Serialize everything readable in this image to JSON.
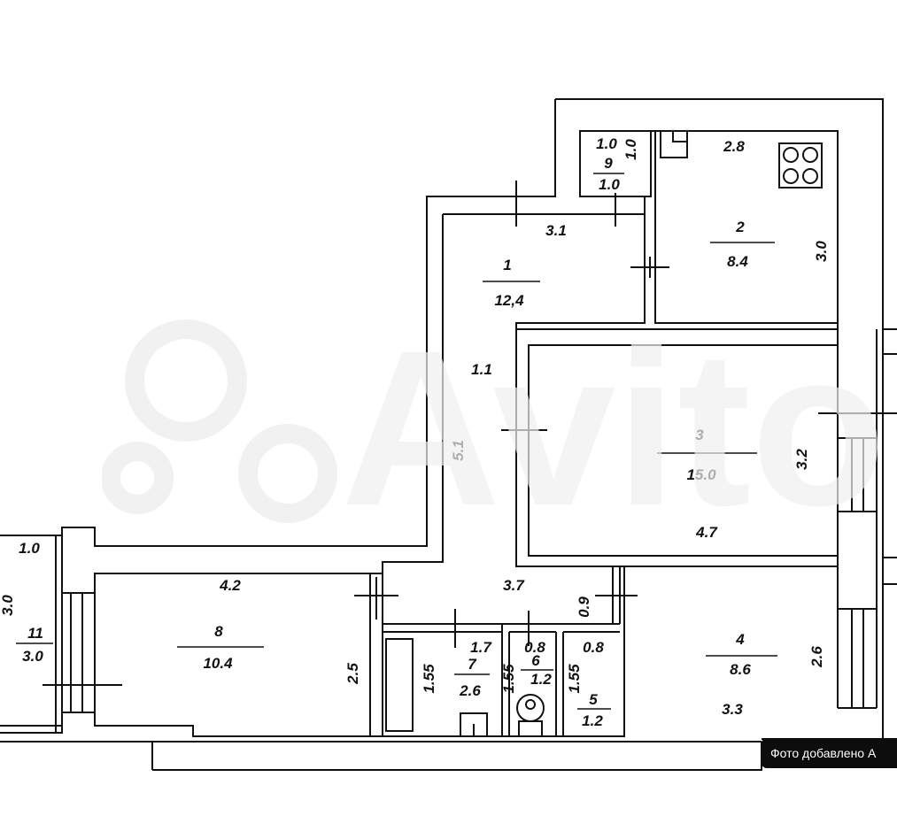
{
  "plan": {
    "rooms": [
      {
        "id": "1",
        "number": "1",
        "area": "12,4"
      },
      {
        "id": "2",
        "number": "2",
        "area": "8.4"
      },
      {
        "id": "3",
        "number": "3",
        "area": "15.0"
      },
      {
        "id": "4",
        "number": "4",
        "area": "8.6"
      },
      {
        "id": "5",
        "number": "5",
        "area": "1.2"
      },
      {
        "id": "6",
        "number": "6",
        "area": "1.2"
      },
      {
        "id": "7",
        "number": "7",
        "area": "2.6"
      },
      {
        "id": "8",
        "number": "8",
        "area": "10.4"
      },
      {
        "id": "9",
        "number": "9",
        "area": "1.0"
      },
      {
        "id": "11",
        "number": "11",
        "area": "3.0"
      }
    ],
    "dimensions": {
      "r9_top": "1.0",
      "r9_side": "1.0",
      "r2_top": "2.8",
      "r2_side": "3.0",
      "r1_top": "3.1",
      "hall_width": "1.1",
      "hall_length": "5.1",
      "r3_side": "3.2",
      "r3_bottom": "4.7",
      "hall_lower": "3.7",
      "hall_side": "0.9",
      "r7_top": "1.7",
      "r7_side": "1.55",
      "r6_top": "0.8",
      "r6_side": "1.55",
      "r5_top": "0.8",
      "r5_side": "1.55",
      "r4_side": "2.6",
      "r4_bottom": "3.3",
      "r8_top": "4.2",
      "r8_side": "2.5",
      "r11_top": "1.0",
      "r11_side": "3.0"
    }
  },
  "watermark": {
    "text": "Avito"
  },
  "badge": {
    "text": "Фото добавлено А"
  }
}
